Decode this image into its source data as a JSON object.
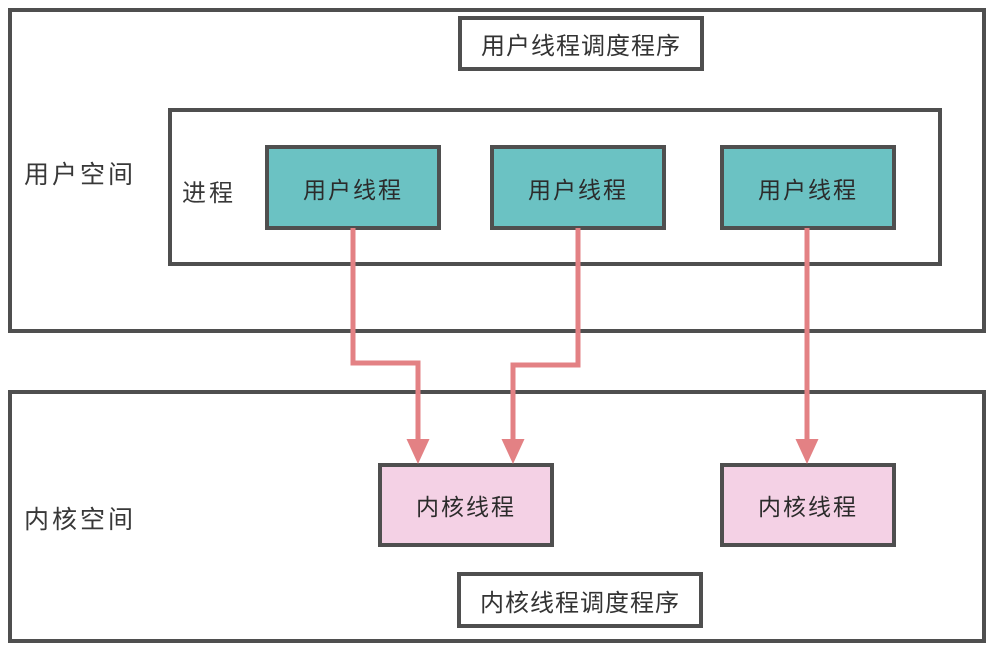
{
  "user_space": {
    "label": "用户空间",
    "scheduler_label": "用户线程调度程序",
    "process": {
      "label": "进程",
      "threads": [
        {
          "label": "用户线程"
        },
        {
          "label": "用户线程"
        },
        {
          "label": "用户线程"
        }
      ]
    }
  },
  "kernel_space": {
    "label": "内核空间",
    "scheduler_label": "内核线程调度程序",
    "threads": [
      {
        "label": "内核线程"
      },
      {
        "label": "内核线程"
      }
    ]
  },
  "arrows": [
    {
      "from": "user-thread-1",
      "to": "kernel-thread-1"
    },
    {
      "from": "user-thread-2",
      "to": "kernel-thread-1"
    },
    {
      "from": "user-thread-3",
      "to": "kernel-thread-2"
    }
  ],
  "colors": {
    "border": "#4f4f4f",
    "user_thread_fill": "#6bc2c3",
    "kernel_thread_fill": "#f4d1e5",
    "arrow": "#e38184",
    "text": "#2e2e2e",
    "background": "#ffffff"
  }
}
